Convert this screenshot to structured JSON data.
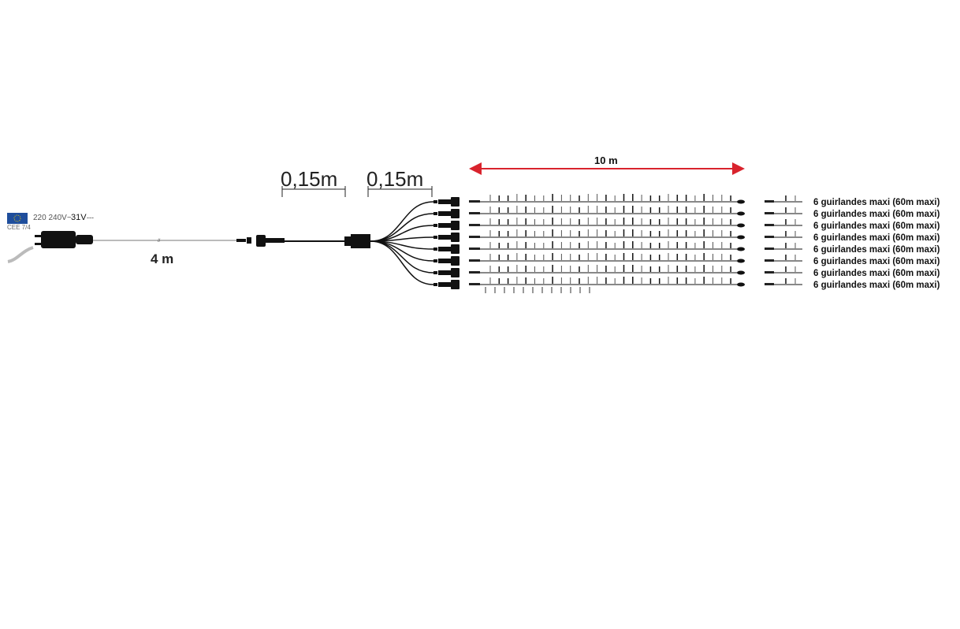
{
  "plug": {
    "rating_input": "220 240V~",
    "rating_output": "31V",
    "dc_symbol": "---",
    "standard": "CEE 7/4"
  },
  "dimensions": {
    "lead_cable": "4 m",
    "segment_1": "0,15m",
    "segment_2": "0,15m",
    "strand_length": "10 m"
  },
  "colors": {
    "arrow": "#d9232d",
    "ink": "#111111",
    "eu_flag": "#1f4e9c"
  },
  "outputs": [
    {
      "label": "6 guirlandes maxi (60m maxi)"
    },
    {
      "label": "6 guirlandes maxi (60m maxi)"
    },
    {
      "label": "6 guirlandes maxi (60m maxi)"
    },
    {
      "label": "6 guirlandes maxi (60m maxi)"
    },
    {
      "label": "6 guirlandes maxi (60m maxi)"
    },
    {
      "label": "6 guirlandes maxi (60m maxi)"
    },
    {
      "label": "6 guirlandes maxi (60m maxi)"
    },
    {
      "label": "6 guirlandes maxi (60m maxi)"
    }
  ]
}
